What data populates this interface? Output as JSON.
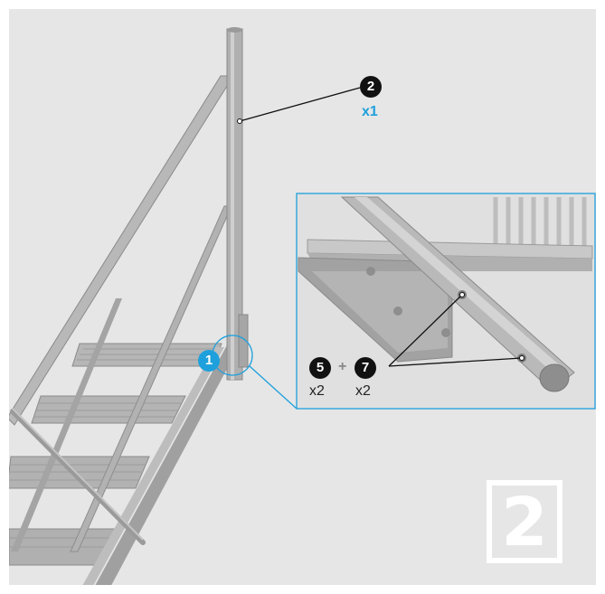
{
  "callouts": {
    "part_main": {
      "number": "2",
      "quantity": "x1"
    },
    "detail_marker": {
      "number": "1"
    },
    "part_bolt": {
      "number": "5",
      "quantity": "x2"
    },
    "part_nut": {
      "number": "7",
      "quantity": "x2"
    },
    "plus_sign": "+"
  },
  "step": {
    "number": "2"
  },
  "colors": {
    "accent": "#1ea0dc",
    "badge_dark": "#111111",
    "background": "#e6e6e6",
    "metal": "#a8a8a8"
  }
}
